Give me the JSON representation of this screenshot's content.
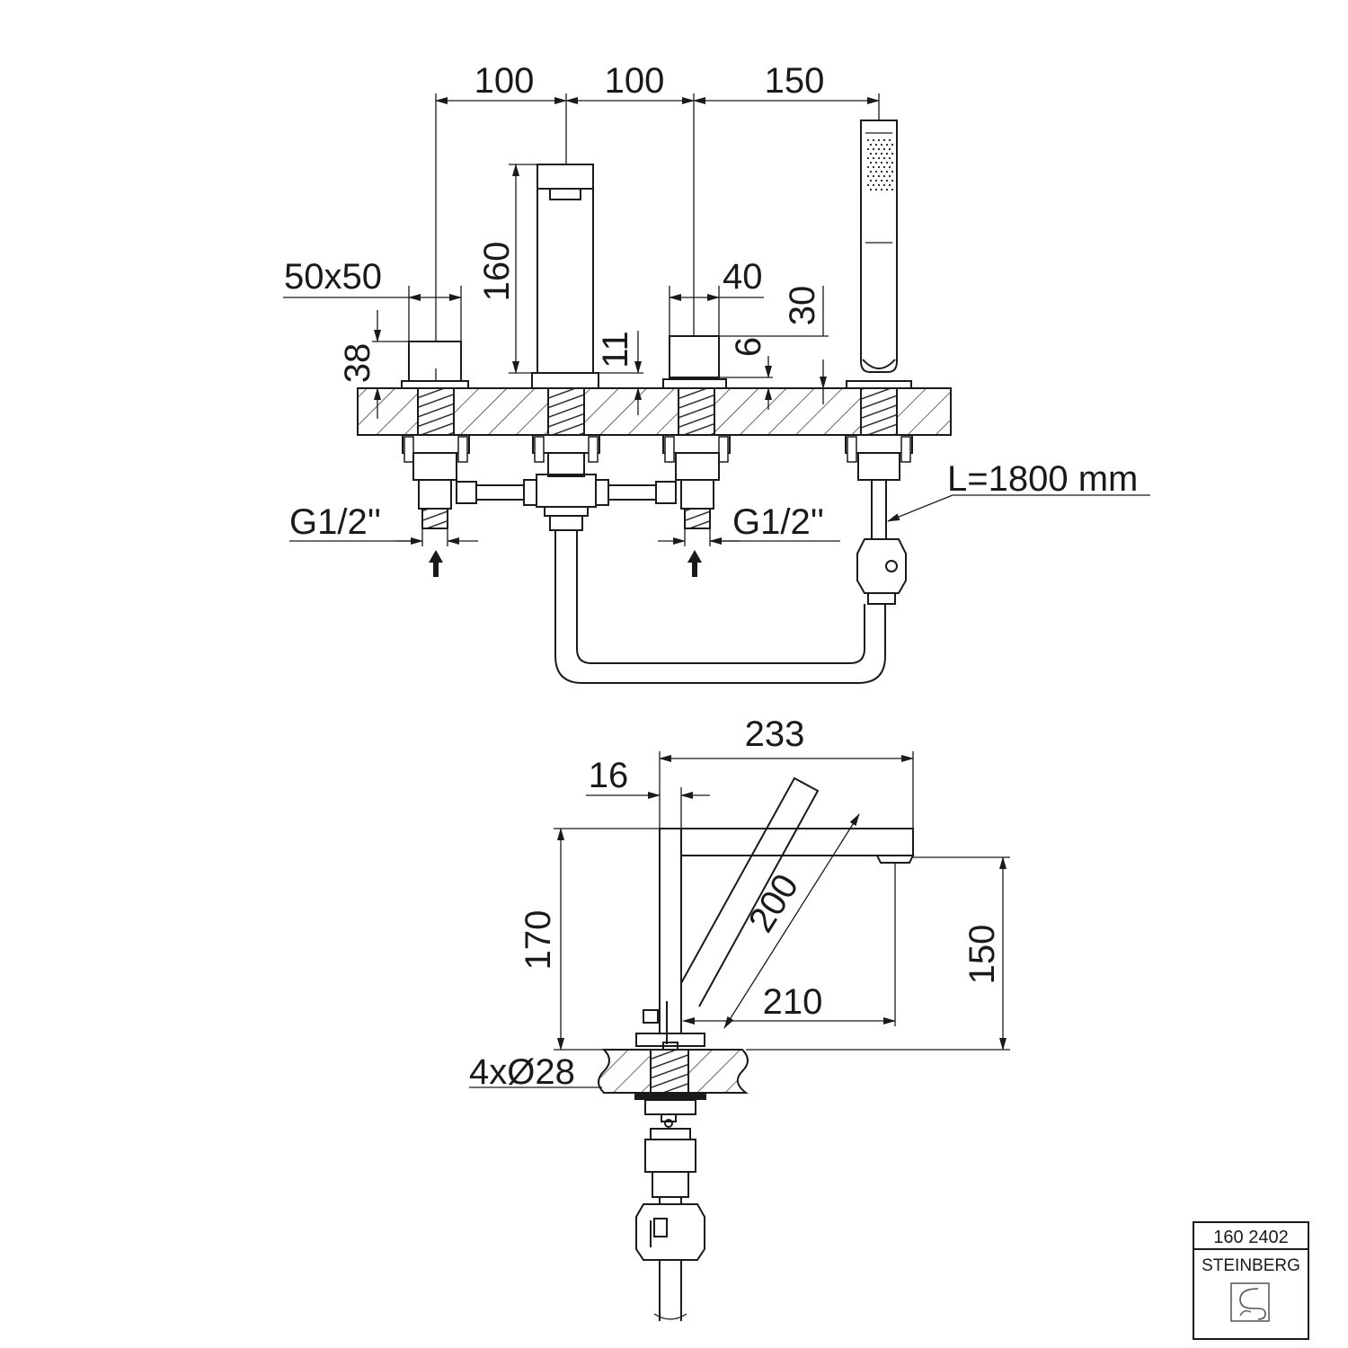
{
  "front_view": {
    "dim_top_1": "100",
    "dim_top_2": "100",
    "dim_top_3": "150",
    "dim_valve_square": "50x50",
    "dim_spout_height": "160",
    "dim_knob_width": "40",
    "dim_shower_base": "30",
    "dim_valve_height": "38",
    "dim_spout_base": "11",
    "dim_knob_base": "6",
    "inlet_left": "G1/2''",
    "inlet_right": "G1/2''",
    "hose_length": "L=1800 mm"
  },
  "side_view": {
    "dim_total_length": "233",
    "dim_body_width": "16",
    "dim_total_height": "170",
    "dim_spout_outlet_height": "150",
    "dim_lever_length": "200",
    "dim_projection": "210",
    "dim_holes": "4xØ28"
  },
  "title_block": {
    "article_number": "160 2402",
    "brand": "STEINBERG",
    "logo_icon": "steinberg-logo"
  }
}
